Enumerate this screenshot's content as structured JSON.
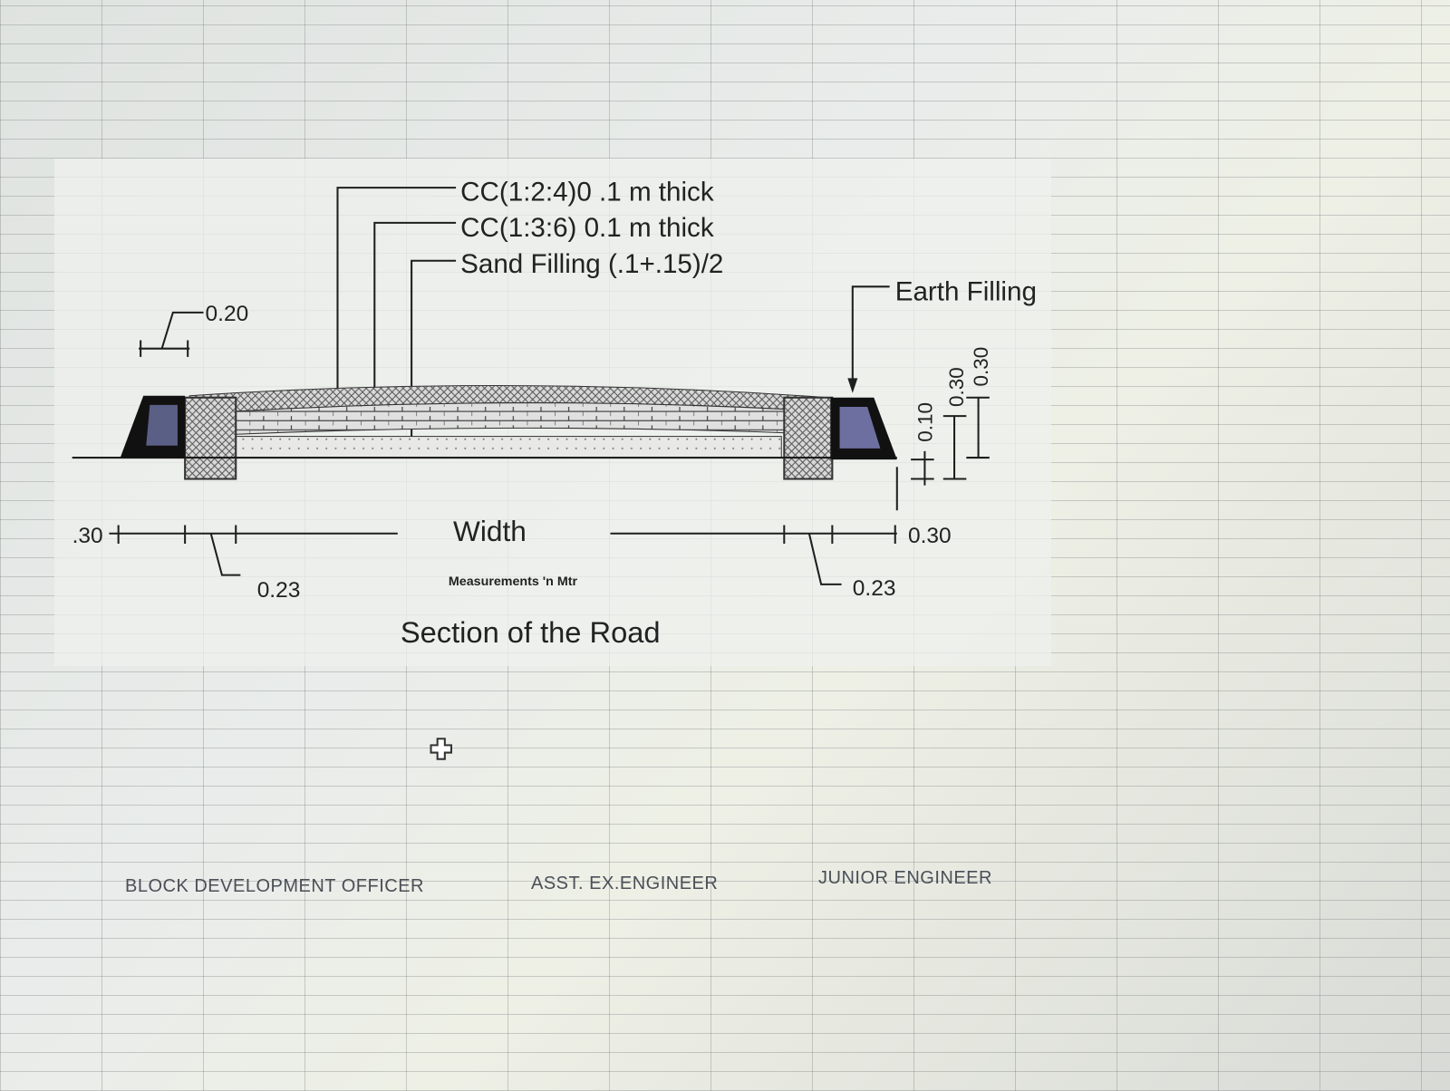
{
  "drawing": {
    "title": "Section of  the Road",
    "note": "Measurements 'n Mtr",
    "labels": {
      "cc124": "CC(1:2:4)0 .1 m thick",
      "cc136": "CC(1:3:6) 0.1 m thick",
      "sand": "Sand Filling (.1+.15)/2",
      "earth": "Earth Filling",
      "width": "Width"
    },
    "dimensions": {
      "top_left": "0.20",
      "left_edge": ".30",
      "left_bottom": "0.23",
      "right_bottom": "0.23",
      "right_edge": "0.30",
      "v1": "0.10",
      "v2": "0.30",
      "v3": "0.30"
    }
  },
  "signatures": {
    "bdo": "BLOCK DEVELOPMENT OFFICER",
    "aee": "ASST. EX.ENGINEER",
    "je": "JUNIOR ENGINEER"
  },
  "colors": {
    "curb_fill": "#5a5f86",
    "line": "#1e1e1e"
  }
}
